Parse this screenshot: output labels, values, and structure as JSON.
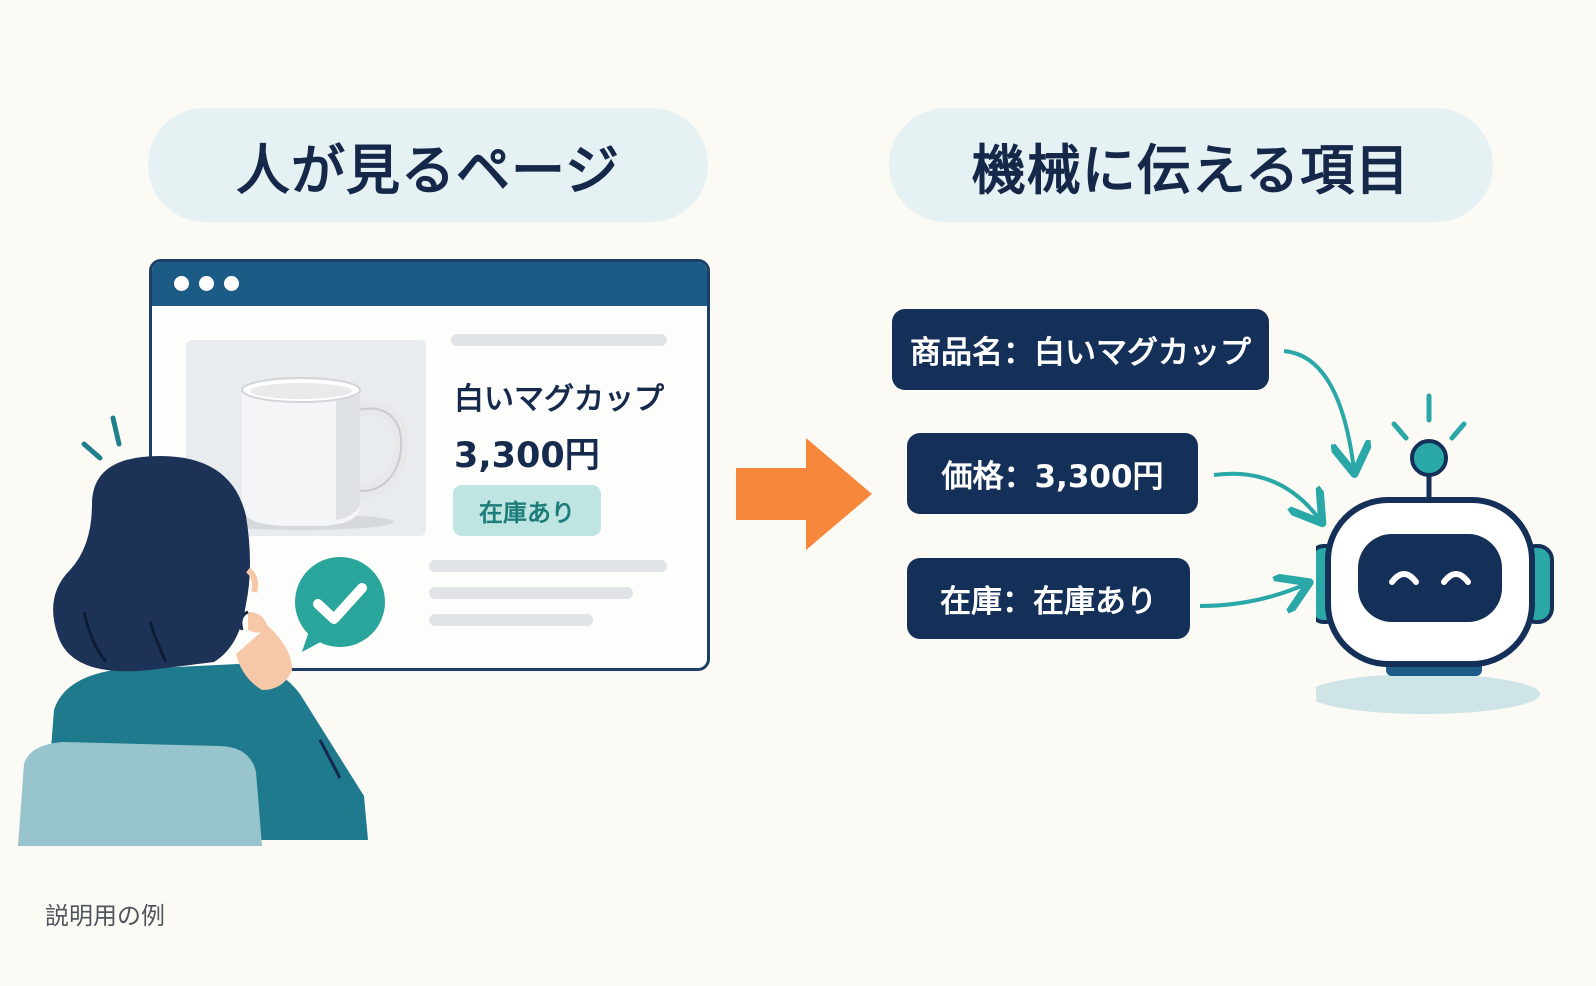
{
  "headings": {
    "left": "人が見るページ",
    "right": "機械に伝える項目"
  },
  "product": {
    "name": "白いマグカップ",
    "price": "3,300円",
    "stock_badge": "在庫あり"
  },
  "fields": [
    {
      "text": "商品名：白いマグカップ"
    },
    {
      "text": "価格：3,300円"
    },
    {
      "text": "在庫：在庫あり"
    }
  ],
  "caption": "説明用の例",
  "colors": {
    "navy": "#142f58",
    "browser_bar": "#1c5b86",
    "teal": "#2aa8a8",
    "orange": "#f6873b",
    "heading_bg": "#e5f1f2",
    "badge_bg": "#bfe5e2",
    "background": "#fbfaf5"
  }
}
